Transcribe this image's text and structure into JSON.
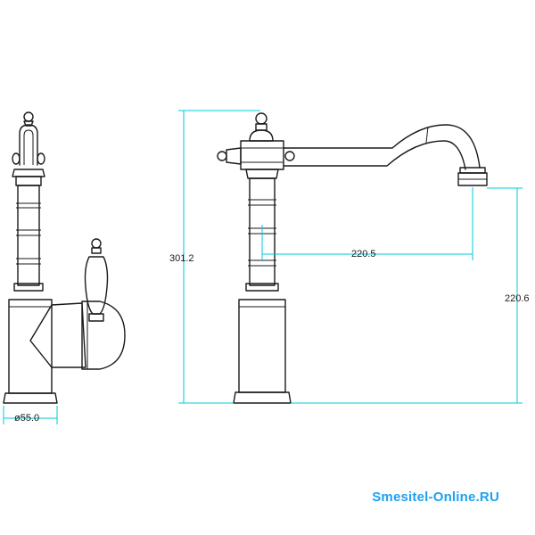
{
  "dimensions": {
    "base_diameter": "ø55.0",
    "total_height": "301.2",
    "spout_reach": "220.5",
    "spout_height": "220.6"
  },
  "watermark": "Smesitel-Online.RU",
  "colors": {
    "dimension_lines": "#00c8d8",
    "outline": "#1a1a1a",
    "watermark": "#1da1f2"
  }
}
